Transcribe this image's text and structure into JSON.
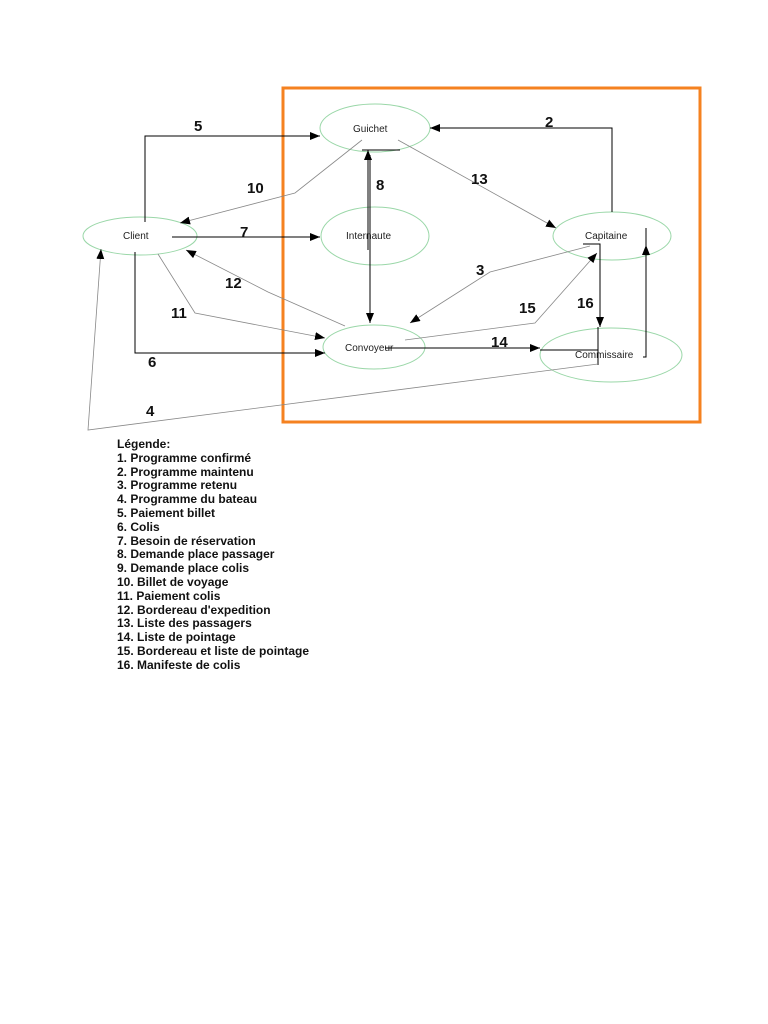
{
  "colors": {
    "frame": "#f58220",
    "node_outline": "#9ad7a8",
    "arrow": "#000000",
    "thin_line": "#888888"
  },
  "nodes": {
    "guichet": "Guichet",
    "client": "Client",
    "internaute": "Internaute",
    "capitaine": "Capitaine",
    "convoyeur": "Convoyeur",
    "commissaire": "Commissaire"
  },
  "flows": {
    "f2": "2",
    "f3": "3",
    "f4": "4",
    "f5": "5",
    "f6": "6",
    "f7": "7",
    "f8": "8",
    "f10": "10",
    "f11": "11",
    "f12": "12",
    "f13": "13",
    "f14": "14",
    "f15": "15",
    "f16": "16"
  },
  "legend": {
    "title": "Légende:",
    "items": [
      "1. Programme confirmé",
      "2. Programme maintenu",
      "3. Programme retenu",
      "4. Programme du bateau",
      "5. Paiement billet",
      "6. Colis",
      "7. Besoin de réservation",
      "8. Demande place passager",
      "9. Demande place colis",
      "10. Billet de voyage",
      "11. Paiement colis",
      "12. Bordereau d'expedition",
      "13. Liste des passagers",
      "14. Liste de pointage",
      "15. Bordereau et liste de pointage",
      "16. Manifeste de colis"
    ]
  }
}
